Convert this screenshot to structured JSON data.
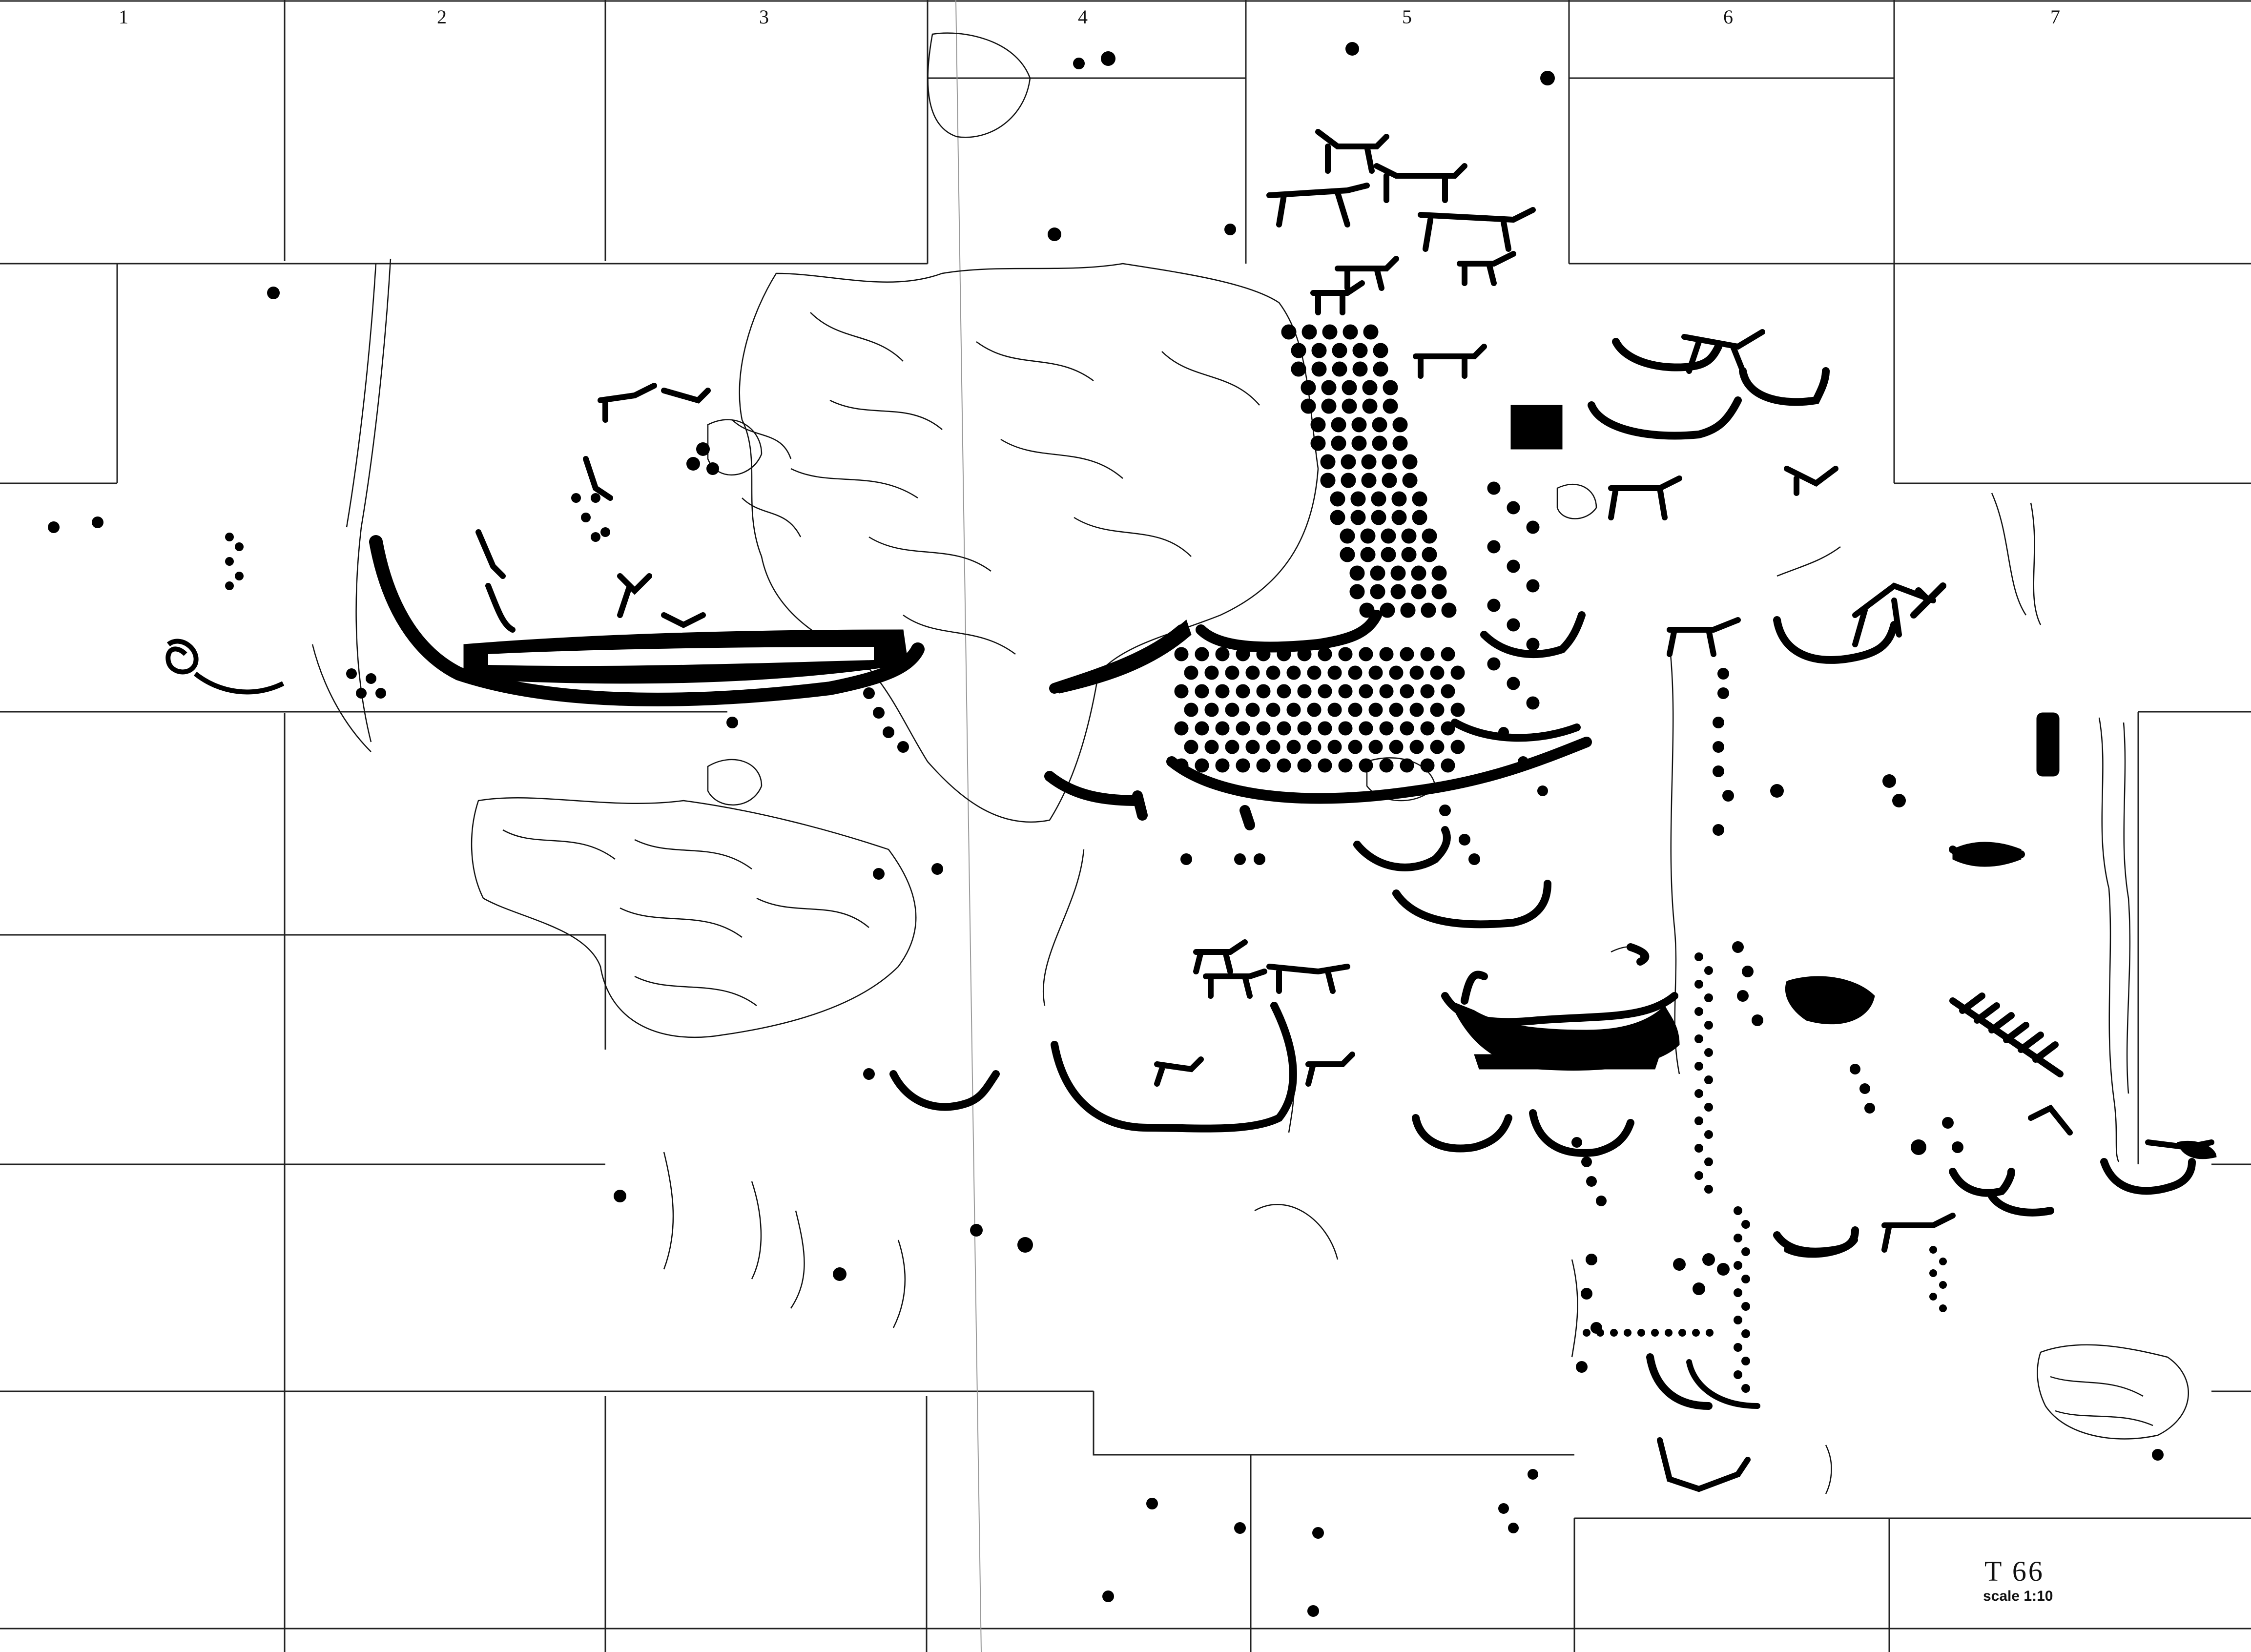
{
  "sheet": {
    "columns": [
      "1",
      "2",
      "3",
      "4",
      "5",
      "6",
      "7"
    ],
    "title": "T 66",
    "scale": "scale 1:10"
  },
  "colors": {
    "ink": "#000000",
    "grid": "#222222",
    "paper": "#ffffff"
  },
  "figures": [
    {
      "name": "long-boat-left",
      "kind": "boat"
    },
    {
      "name": "boat-center",
      "kind": "boat"
    },
    {
      "name": "boat-right-cluster",
      "kind": "boat"
    },
    {
      "name": "deer-group-top",
      "kind": "animal"
    },
    {
      "name": "cupmark-field",
      "kind": "cupmarks"
    },
    {
      "name": "crossed-figure-right",
      "kind": "figure"
    },
    {
      "name": "ship-lower-middle",
      "kind": "boat"
    },
    {
      "name": "rock-surface-texture",
      "kind": "texture"
    }
  ]
}
